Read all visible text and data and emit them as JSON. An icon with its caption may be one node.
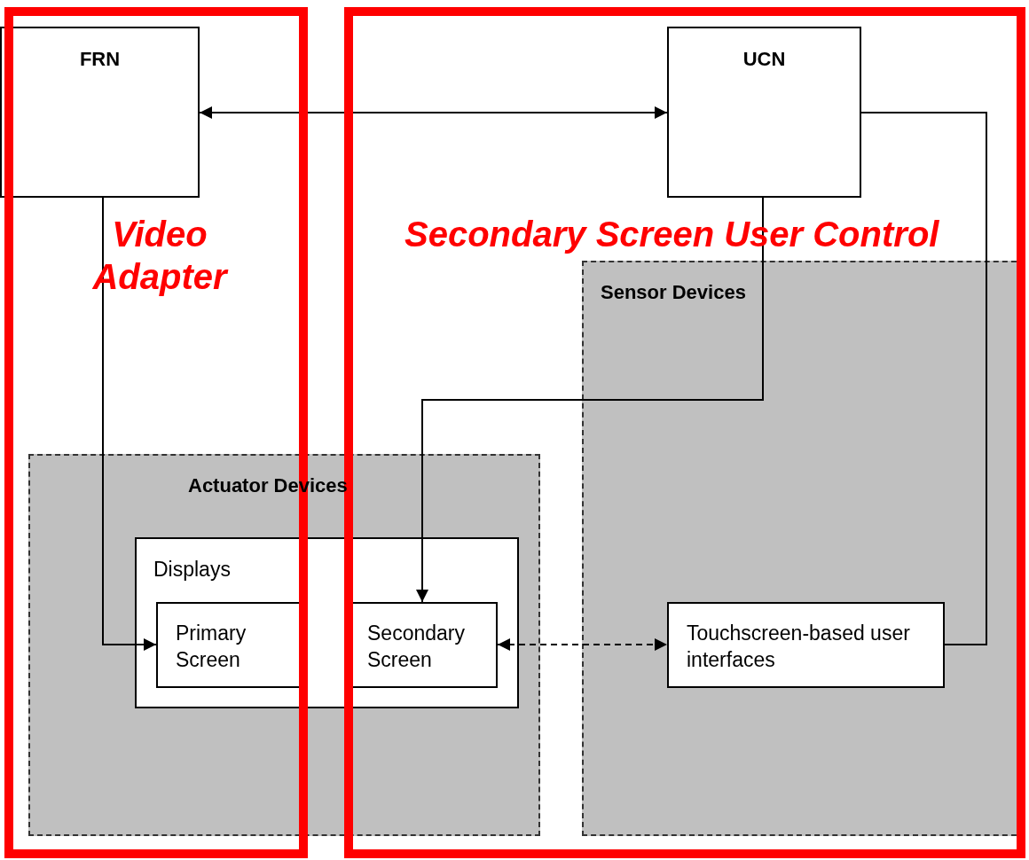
{
  "diagram": {
    "nodes": [
      {
        "text": [
          "FRN"
        ]
      },
      {
        "text": [
          "UCN"
        ]
      },
      {
        "text": [
          "Actuator Devices"
        ]
      },
      {
        "text": [
          "Displays"
        ],
        "in": 2
      },
      {
        "text": [
          "Primary Screen"
        ],
        "in": 3
      },
      {
        "text": [
          "Secondary Screen"
        ],
        "in": 3
      },
      {
        "text": [
          "Sensor Devices"
        ]
      },
      {
        "text": [
          "Touchscreen-based user interfaces"
        ],
        "in": 6
      }
    ],
    "edges": [
      {
        "from": 0,
        "to": 1,
        "arrow": "both"
      },
      {
        "from": 0,
        "to": 4,
        "arrow": "to"
      },
      {
        "from": 1,
        "to": 5,
        "arrow": "to"
      },
      {
        "from": 1,
        "to": 7,
        "arrow": "none"
      },
      {
        "from": 5,
        "to": 7,
        "arrow": "both",
        "style": "dashed"
      }
    ],
    "labels": [
      "Video Adapter",
      "Secondary Screen User Control"
    ]
  }
}
